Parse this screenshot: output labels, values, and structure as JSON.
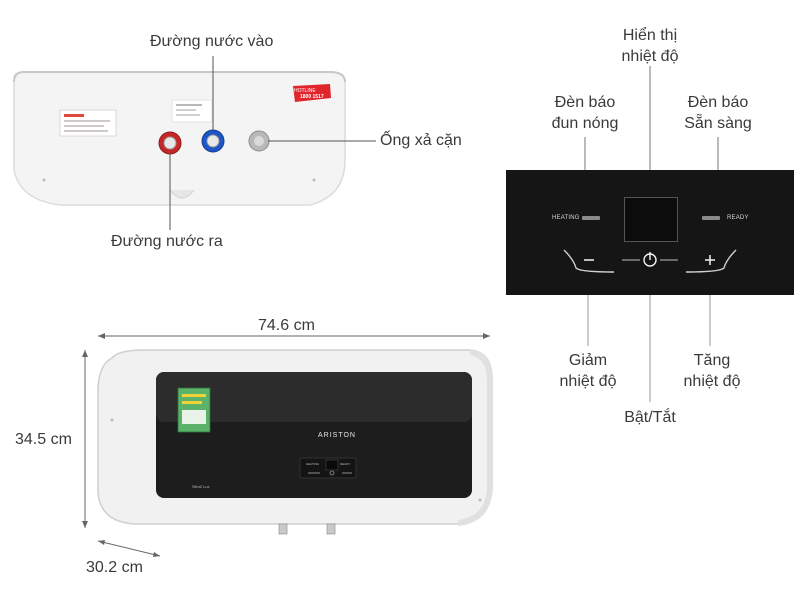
{
  "labels": {
    "water_in": "Đường nước vào",
    "water_out": "Đường nước ra",
    "drain": "Ống xả cặn",
    "heating_light_1": "Đèn báo",
    "heating_light_2": "đun nóng",
    "temp_display_1": "Hiển thị",
    "temp_display_2": "nhiệt độ",
    "ready_light_1": "Đèn báo",
    "ready_light_2": "Sẵn sàng",
    "decrease_1": "Giảm",
    "decrease_2": "nhiệt độ",
    "power": "Bật/Tắt",
    "increase_1": "Tăng",
    "increase_2": "nhiệt độ"
  },
  "dimensions": {
    "width": "74.6 cm",
    "height": "34.5 cm",
    "depth": "30.2 cm"
  },
  "panel": {
    "heating": "HEATING",
    "ready": "READY",
    "minus": "—",
    "plus": "+"
  },
  "product": {
    "brand": "ARISTON",
    "hotline_label": "HOTLINE",
    "hotline_number": "1800 1517",
    "model_text": "Slim2 Lux",
    "panel_small_left": "HEATING",
    "panel_small_right": "READY"
  }
}
